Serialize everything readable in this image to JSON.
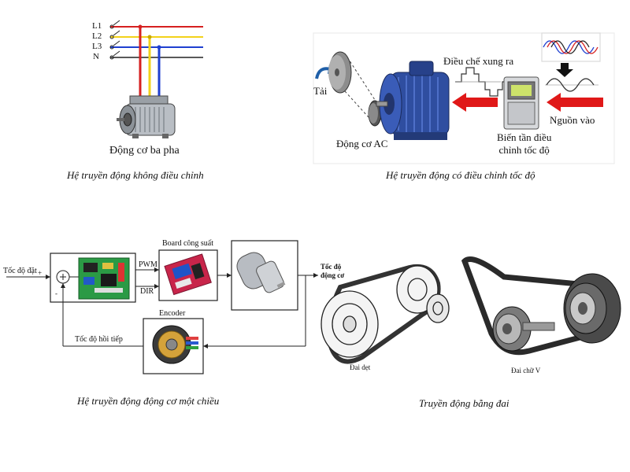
{
  "panel1": {
    "lines": [
      "L1",
      "L2",
      "L3",
      "N"
    ],
    "motor_label": "Động cơ ba pha",
    "caption": "Hệ truyền động không điều chỉnh",
    "colors": {
      "L1": "#d62020",
      "L2": "#f2d21a",
      "L3": "#1f3fd0",
      "N": "#222222"
    }
  },
  "panel2": {
    "load_label": "Tải",
    "motor_label": "Động cơ AC",
    "modulation_label": "Điều chế xung ra",
    "inverter_label_line1": "Biến tần điều",
    "inverter_label_line2": "chỉnh tốc độ",
    "input_label": "Nguồn vào",
    "caption": "Hệ truyền động có điều chỉnh tốc độ",
    "arrow_color": "#e01818"
  },
  "panel3": {
    "setpoint_label": "Tốc độ đặt",
    "plus_sign": "+",
    "minus_sign": "-",
    "pwm_label": "PWM",
    "dir_label": "DIR",
    "power_board_label": "Board công suất",
    "encoder_label": "Encoder",
    "feedback_label": "Tốc độ hồi tiếp",
    "speed_label_line1": "Tốc độ",
    "speed_label_line2": "động cơ",
    "caption": "Hệ truyền động động cơ một chiều"
  },
  "panel4": {
    "flat_belt_label": "Đai dẹt",
    "v_belt_label": "Đai chữ V",
    "caption": "Truyền động bằng đai"
  }
}
